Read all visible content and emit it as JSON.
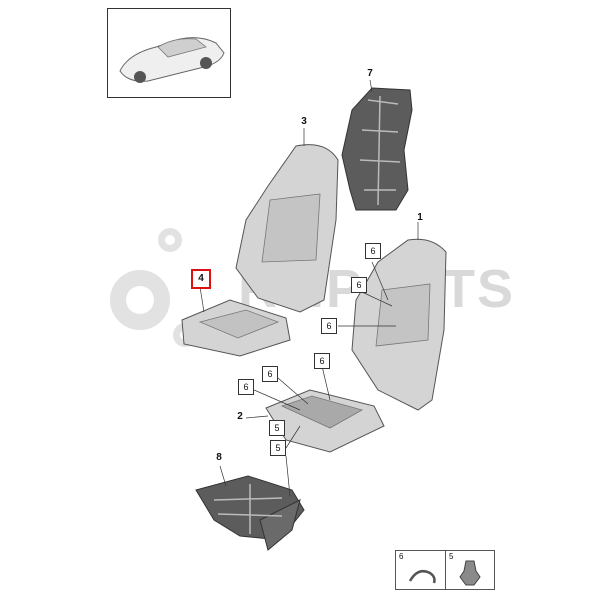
{
  "watermark": {
    "text": "RMPARTS"
  },
  "thumbnail": {
    "icon": "car-overview-icon"
  },
  "callouts": {
    "c1": "1",
    "c2": "2",
    "c3": "3",
    "c4": "4",
    "c5a": "5",
    "c5b": "5",
    "c6a": "6",
    "c6b": "6",
    "c6c": "6",
    "c6d": "6",
    "c6e": "6",
    "c6f": "6",
    "c7": "7",
    "c8": "8"
  },
  "legend": {
    "items": [
      {
        "number": "6",
        "icon": "hook-clip-icon"
      },
      {
        "number": "5",
        "icon": "push-clip-icon"
      }
    ]
  },
  "colors": {
    "highlight": "#d11111",
    "part_fill": "#d4d4d4",
    "dark_part": "#5c5c5c"
  }
}
